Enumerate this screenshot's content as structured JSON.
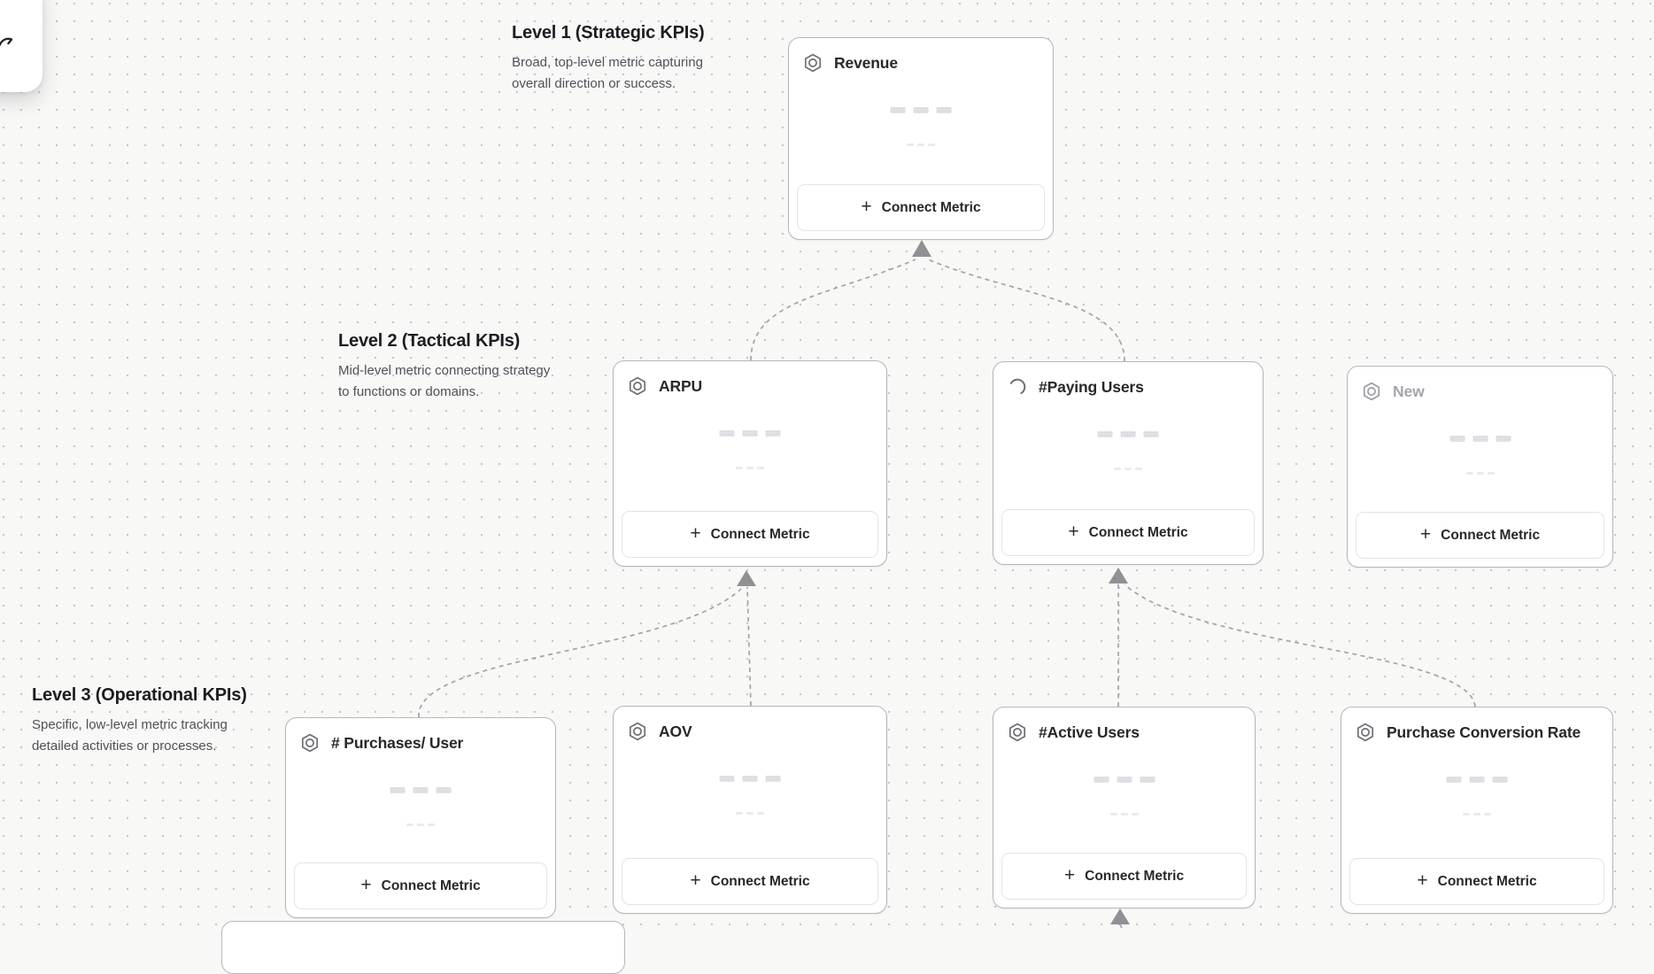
{
  "canvas_type": "kpi-tree-diagram",
  "levels": [
    {
      "title": "Level 1 (Strategic KPIs)",
      "description": "Broad, top-level metric capturing overall direction or success."
    },
    {
      "title": "Level 2 (Tactical KPIs)",
      "description": "Mid-level metric connecting strategy to functions or domains."
    },
    {
      "title": "Level 3 (Operational KPIs)",
      "description": "Specific, low-level metric tracking detailed activities or processes."
    }
  ],
  "cards": [
    {
      "title": "Revenue",
      "icon": "metric-hexagon-icon",
      "level": 1,
      "state": "normal"
    },
    {
      "title": "ARPU",
      "icon": "metric-hexagon-icon",
      "level": 2,
      "state": "normal"
    },
    {
      "title": "#Paying Users",
      "icon": "spinner-icon",
      "level": 2,
      "state": "loading"
    },
    {
      "title": "New",
      "icon": "metric-hexagon-icon",
      "level": 2,
      "state": "draft"
    },
    {
      "title": "# Purchases/ User",
      "icon": "metric-hexagon-icon",
      "level": 3,
      "state": "normal"
    },
    {
      "title": "AOV",
      "icon": "metric-hexagon-icon",
      "level": 3,
      "state": "normal"
    },
    {
      "title": "#Active Users",
      "icon": "metric-hexagon-icon",
      "level": 3,
      "state": "normal"
    },
    {
      "title": "Purchase Conversion Rate",
      "icon": "metric-hexagon-icon",
      "level": 3,
      "state": "normal"
    }
  ],
  "labels": {
    "connect_metric": "Connect Metric"
  },
  "icons": {
    "plus_glyph": "+"
  },
  "connections": [
    {
      "from": "ARPU",
      "to": "Revenue"
    },
    {
      "from": "#Paying Users",
      "to": "Revenue"
    },
    {
      "from": "# Purchases/ User",
      "to": "ARPU"
    },
    {
      "from": "AOV",
      "to": "ARPU"
    },
    {
      "from": "#Active Users",
      "to": "#Paying Users"
    },
    {
      "from": "Purchase Conversion Rate",
      "to": "#Paying Users"
    },
    {
      "from": "offscreen-below",
      "to": "#Active Users"
    }
  ],
  "colors": {
    "canvas_bg": "#f8f8f7",
    "grid_dot": "#c7c7c7",
    "card_border": "#b4b7bd",
    "card_title": "#27282c",
    "muted_title": "#a4a5ab",
    "connector": "#a3a4a8",
    "arrowhead": "#8f9195",
    "button_border": "#e4e4e8",
    "skeleton": "#e2e3e7"
  }
}
